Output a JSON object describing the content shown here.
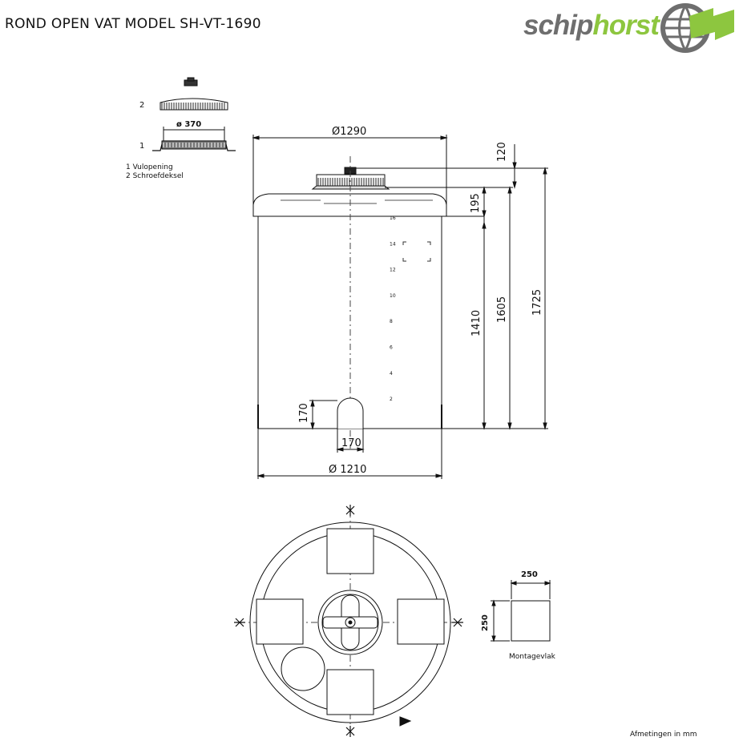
{
  "title": "ROND OPEN VAT MODEL SH-VT-1690",
  "logo": {
    "text_a": "schip",
    "text_b": "horst",
    "color_gray": "#6e6e6e",
    "color_green": "#8dc63f"
  },
  "detail": {
    "marker_2": "2",
    "marker_1": "1",
    "diameter_label": "ø 370",
    "legend": [
      "1 Vulopening",
      "2 Schroefdeksel"
    ]
  },
  "dimensions": {
    "top_diameter": "Ø1290",
    "bottom_diameter": "Ø 1210",
    "d120": "120",
    "d195": "195",
    "d1410": "1410",
    "d1605": "1605",
    "d1725": "1725",
    "outlet_height": "170",
    "outlet_width": "170"
  },
  "scale_marks": [
    "16",
    "14",
    "12",
    "10",
    "8",
    "6",
    "4",
    "2"
  ],
  "mounting": {
    "width": "250",
    "height": "250",
    "label": "Montagevlak"
  },
  "units_note": "Afmetingen in mm"
}
